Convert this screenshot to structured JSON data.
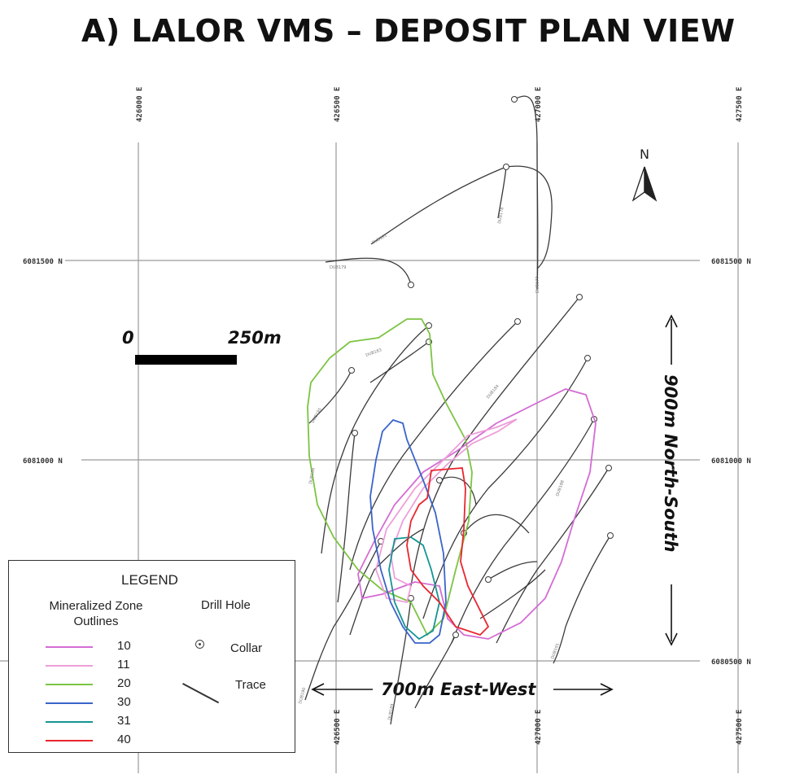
{
  "title": "A) LALOR VMS – DEPOSIT PLAN VIEW",
  "grid": {
    "eastings": [
      "426000 E",
      "426500 E",
      "427000 E",
      "427500 E"
    ],
    "northings": [
      "6081500 N",
      "6081000 N",
      "6080500 N"
    ]
  },
  "north_arrow": {
    "label": "N",
    "icon": "north-arrow-icon"
  },
  "scale_bar": {
    "start_label": "0",
    "end_label": "250m"
  },
  "dimensions": {
    "north_south": "900m  North-South",
    "east_west": "700m East-West"
  },
  "legend": {
    "title": "LEGEND",
    "zones_heading": "Mineralized Zone\nOutlines",
    "drill_heading": "Drill Hole",
    "zones": [
      {
        "label": "10",
        "color": "#d46cd4"
      },
      {
        "label": "11",
        "color": "#ee9fd9"
      },
      {
        "label": "20",
        "color": "#7cc443"
      },
      {
        "label": "30",
        "color": "#3a64c9"
      },
      {
        "label": "31",
        "color": "#169494"
      },
      {
        "label": "40",
        "color": "#e8262f"
      }
    ],
    "collar_label": "Collar",
    "trace_label": "Trace"
  },
  "colors": {
    "trace": "#3a3a3a",
    "grid": "#9a9a9a"
  }
}
